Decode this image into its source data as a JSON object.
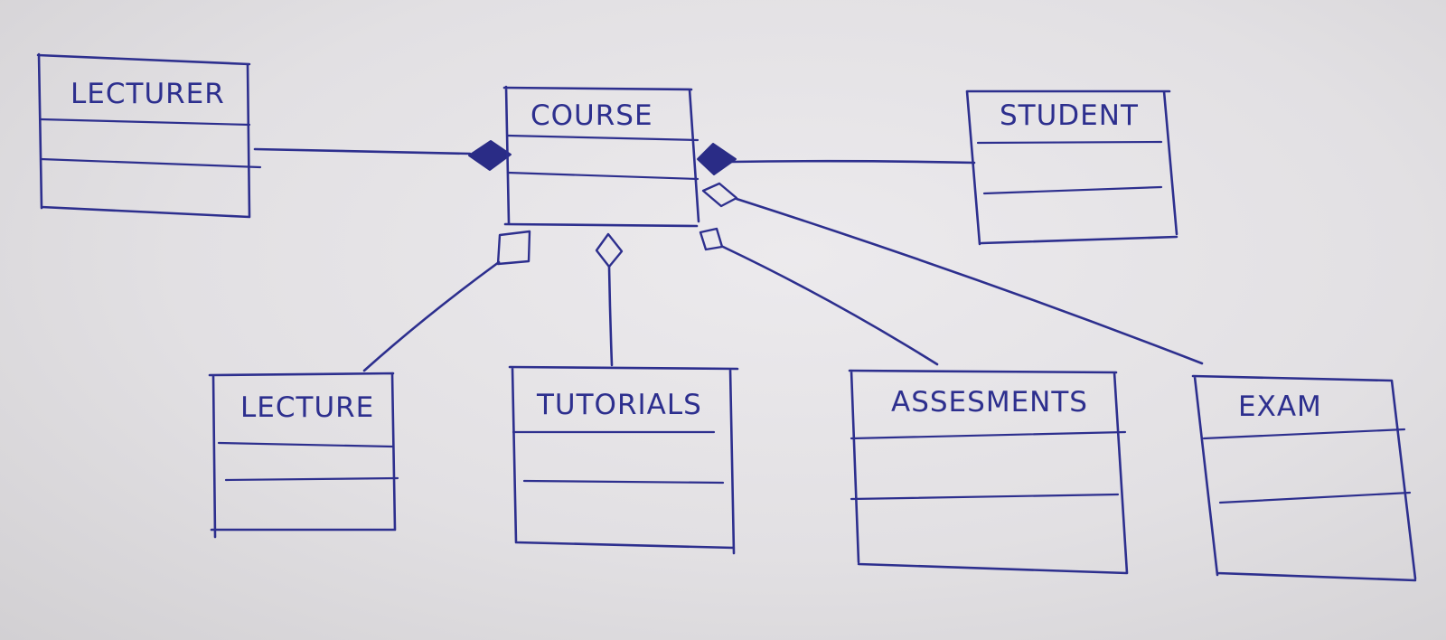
{
  "colors": {
    "ink": "#2d2f8e",
    "paper": "#e6e4e7"
  },
  "classes": [
    {
      "id": "lecturer",
      "name": "LECTURER",
      "compartments": 3
    },
    {
      "id": "course",
      "name": "COURSE",
      "compartments": 3
    },
    {
      "id": "student",
      "name": "STUDENT",
      "compartments": 3
    },
    {
      "id": "lecture",
      "name": "LECTURE",
      "compartments": 3
    },
    {
      "id": "tutorials",
      "name": "TUTORIALS",
      "compartments": 3
    },
    {
      "id": "assesments",
      "name": "ASSESMENTS",
      "compartments": 3
    },
    {
      "id": "exam",
      "name": "EXAM",
      "compartments": 3
    }
  ],
  "relations": [
    {
      "from": "lecturer",
      "to": "course",
      "type": "composition"
    },
    {
      "from": "student",
      "to": "course",
      "type": "composition"
    },
    {
      "from": "lecture",
      "to": "course",
      "type": "aggregation"
    },
    {
      "from": "tutorials",
      "to": "course",
      "type": "aggregation"
    },
    {
      "from": "assesments",
      "to": "course",
      "type": "aggregation"
    },
    {
      "from": "exam",
      "to": "course",
      "type": "aggregation"
    }
  ]
}
